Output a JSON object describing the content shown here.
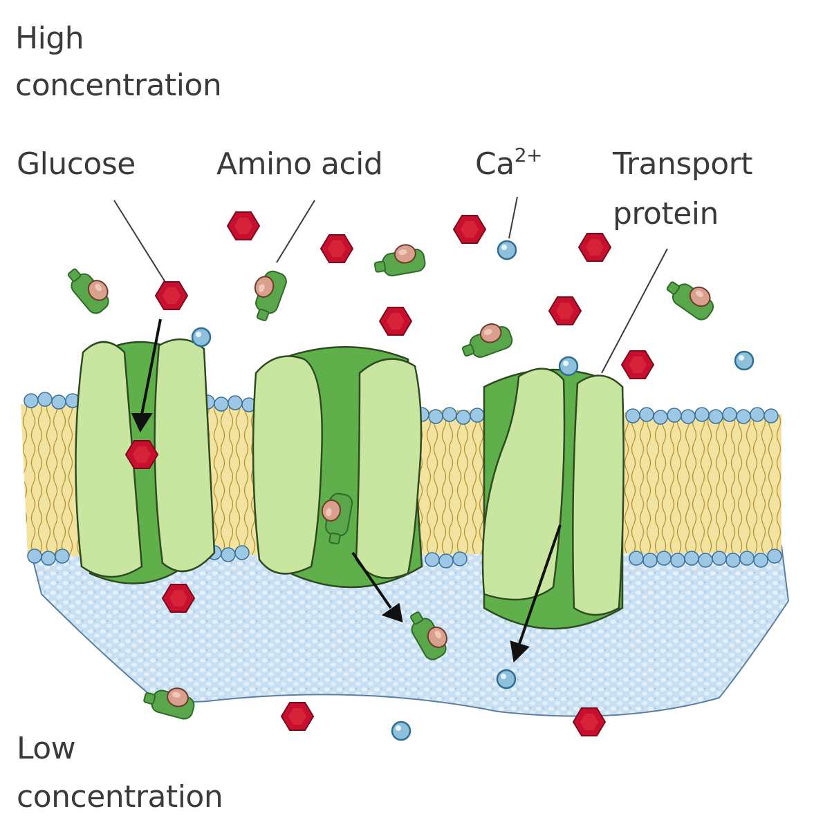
{
  "labels": {
    "high_line1": "High",
    "high_line2": "concentration",
    "low_line1": "Low",
    "low_line2": "concentration",
    "glucose": "Glucose",
    "amino_acid": "Amino acid",
    "calcium_base": "Ca",
    "calcium_charge": "2+",
    "transport_line1": "Transport",
    "transport_line2": "protein"
  },
  "colors": {
    "glucose": "#c8102e",
    "amino_acid": "#5aa64a",
    "calcium": "#8ec0dc",
    "protein_light": "#c8e6a0",
    "protein_dark": "#5fb04a",
    "lipid_tail": "#f0dc8c",
    "lipid_head": "#9cc8e6",
    "cytoplasm": "#c6def0"
  }
}
